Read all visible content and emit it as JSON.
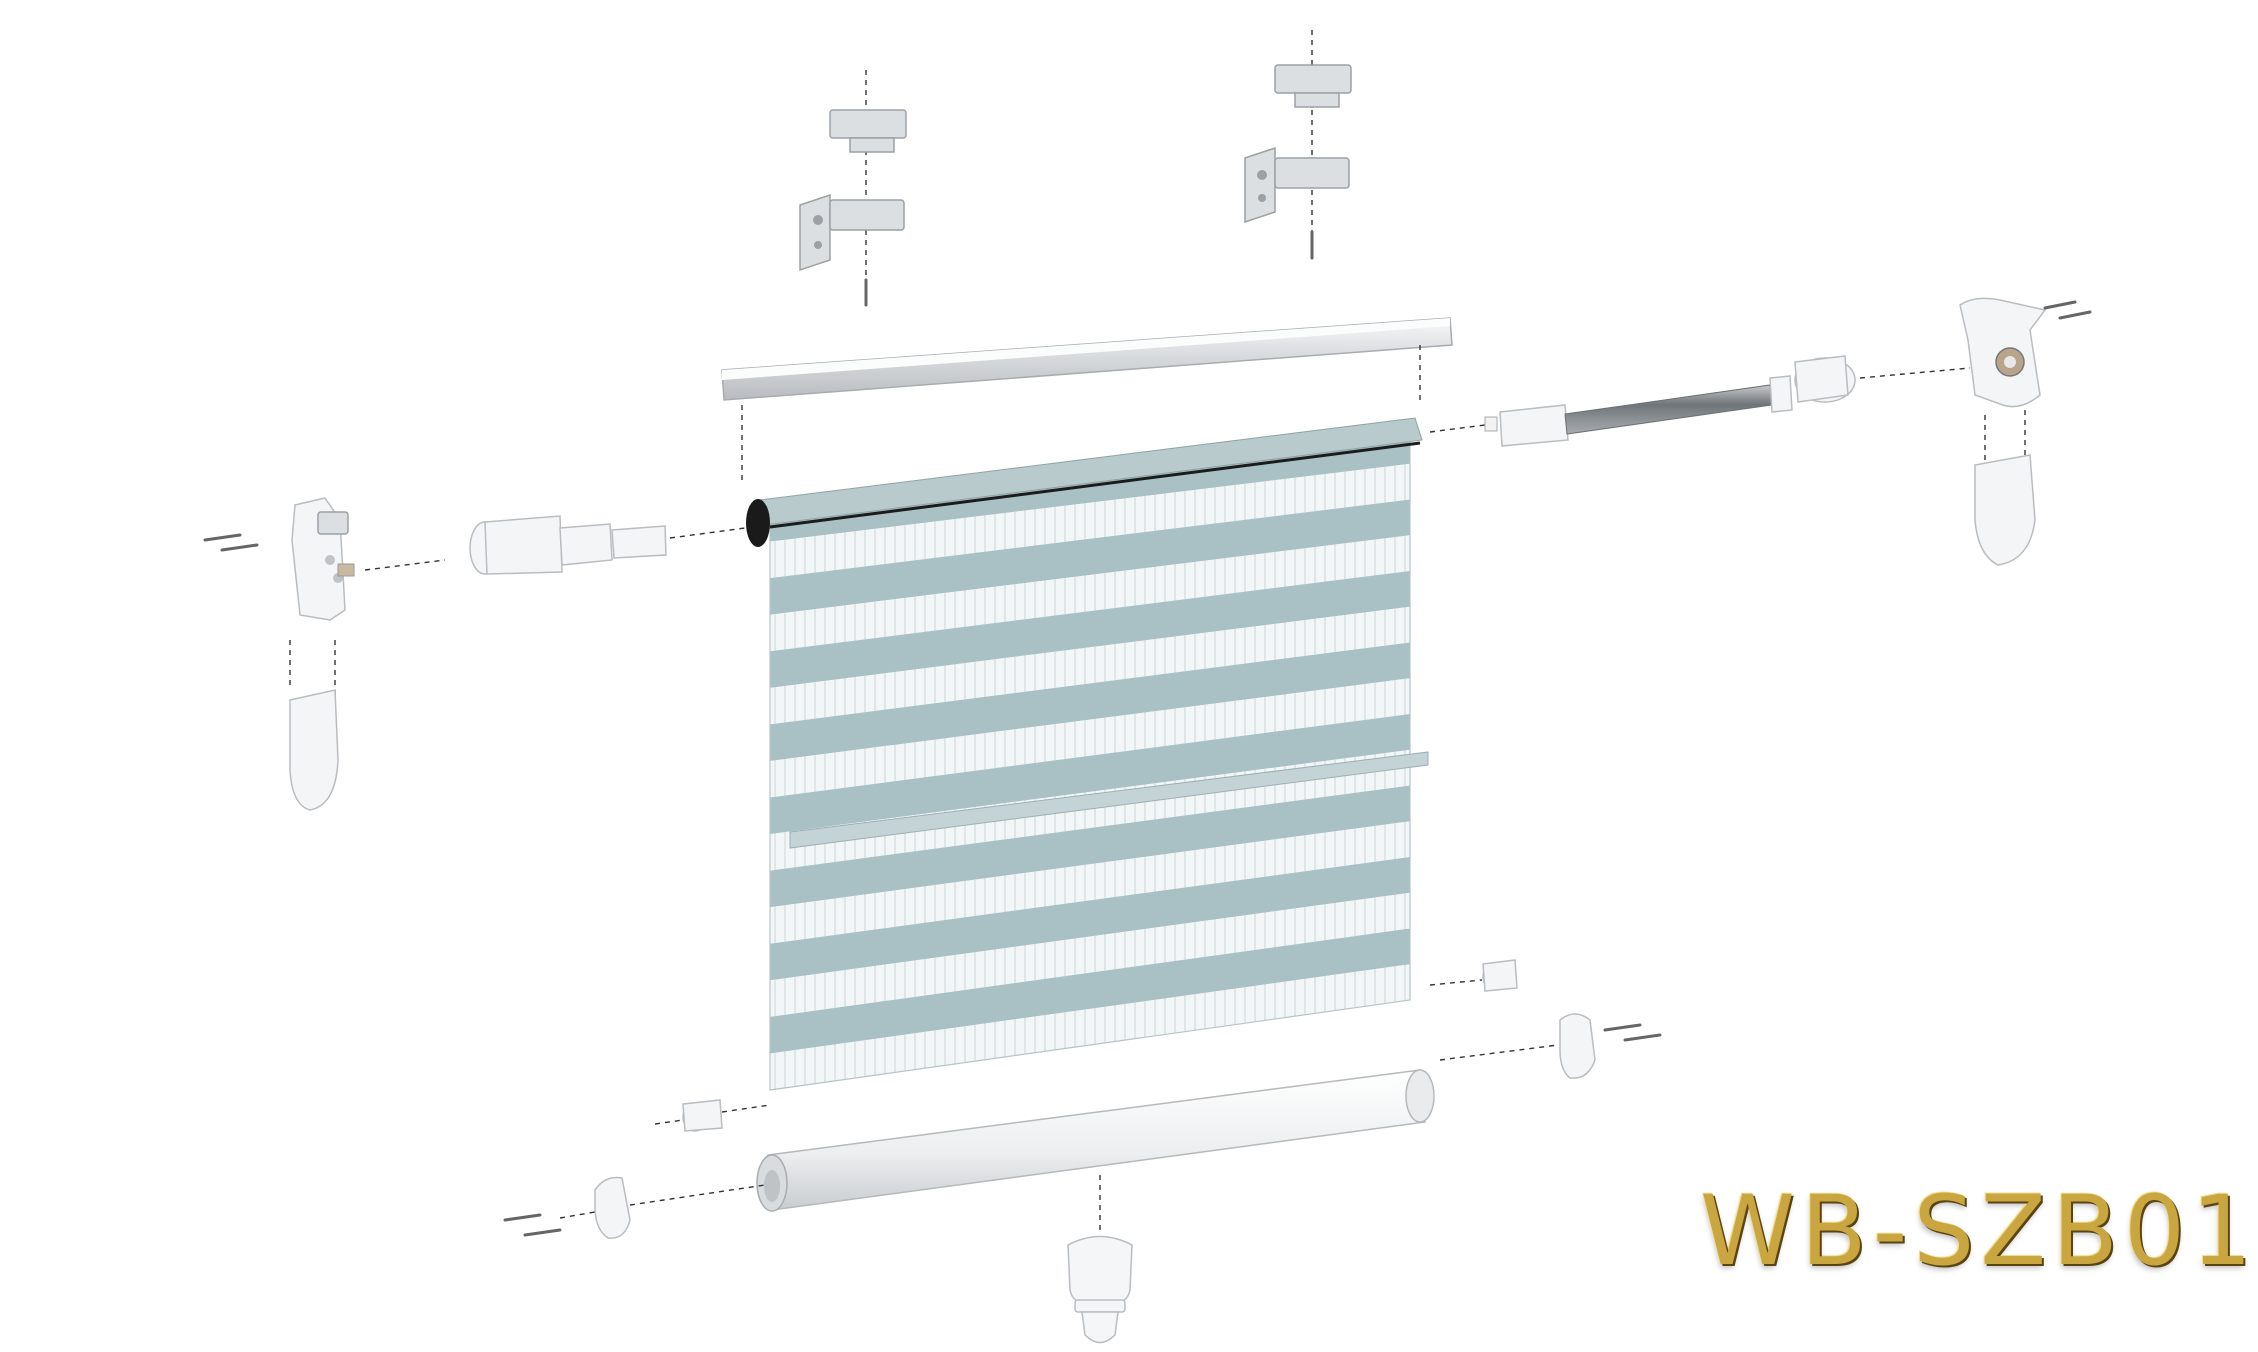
{
  "model_code": "WB-SZB01",
  "colors": {
    "fabric": "#a9c0c5",
    "sheer": "#eef2f3",
    "model_code_gold": "#c9a640",
    "metal": "#dcdfe2",
    "plastic": "#f4f5f6"
  },
  "fabric_bands_solid": 8,
  "fabric_bands_sheer": 8
}
